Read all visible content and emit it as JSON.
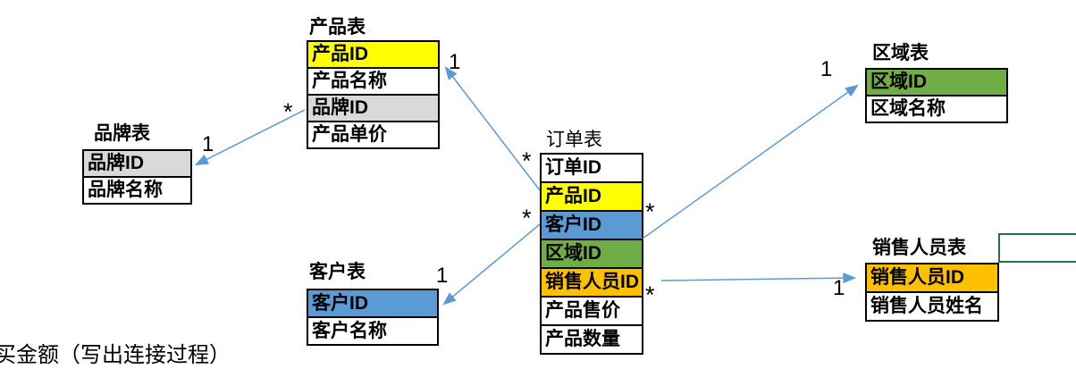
{
  "colors": {
    "yellow": "#FFFF00",
    "gray": "#D9D9D9",
    "blue": "#5B9BD5",
    "green": "#70AD47",
    "orange": "#FFC000",
    "arrow": "#5B9BD5",
    "selgreen": "#217346"
  },
  "tables": {
    "product": {
      "title": "产品表",
      "rows": [
        {
          "label": "产品ID",
          "fill": "yellow"
        },
        {
          "label": "产品名称",
          "fill": "white"
        },
        {
          "label": "品牌ID",
          "fill": "gray"
        },
        {
          "label": "产品单价",
          "fill": "white"
        }
      ]
    },
    "brand": {
      "title": "品牌表",
      "rows": [
        {
          "label": "品牌ID",
          "fill": "gray"
        },
        {
          "label": "品牌名称",
          "fill": "white"
        }
      ]
    },
    "order": {
      "title": "订单表",
      "rows": [
        {
          "label": "订单ID",
          "fill": "white"
        },
        {
          "label": "产品ID",
          "fill": "yellow"
        },
        {
          "label": "客户ID",
          "fill": "blue"
        },
        {
          "label": "区域ID",
          "fill": "green"
        },
        {
          "label": "销售人员ID",
          "fill": "orange"
        },
        {
          "label": "产品售价",
          "fill": "white"
        },
        {
          "label": "产品数量",
          "fill": "white"
        }
      ]
    },
    "region": {
      "title": "区域表",
      "rows": [
        {
          "label": "区域ID",
          "fill": "green"
        },
        {
          "label": "区域名称",
          "fill": "white"
        }
      ]
    },
    "customer": {
      "title": "客户表",
      "rows": [
        {
          "label": "客户ID",
          "fill": "blue"
        },
        {
          "label": "客户名称",
          "fill": "white"
        }
      ]
    },
    "salesperson": {
      "title": "销售人员表",
      "rows": [
        {
          "label": "销售人员ID",
          "fill": "orange"
        },
        {
          "label": "销售人员姓名",
          "fill": "white"
        }
      ]
    }
  },
  "connections": {
    "order_product": {
      "from": "订单表.产品ID",
      "to": "产品表.产品ID",
      "many": "*",
      "one": "1"
    },
    "order_customer": {
      "from": "订单表.客户ID",
      "to": "客户表.客户ID",
      "many": "*",
      "one": "1"
    },
    "order_region": {
      "from": "订单表.区域ID",
      "to": "区域表.区域ID",
      "many": "*",
      "one": "1"
    },
    "order_salesperson": {
      "from": "订单表.销售人员ID",
      "to": "销售人员表.销售人员ID",
      "many": "*",
      "one": "1"
    },
    "product_brand": {
      "from": "产品表.品牌ID",
      "to": "品牌表.品牌ID",
      "many": "*",
      "one": "1"
    }
  },
  "caption": "买金额（写出连接过程）"
}
